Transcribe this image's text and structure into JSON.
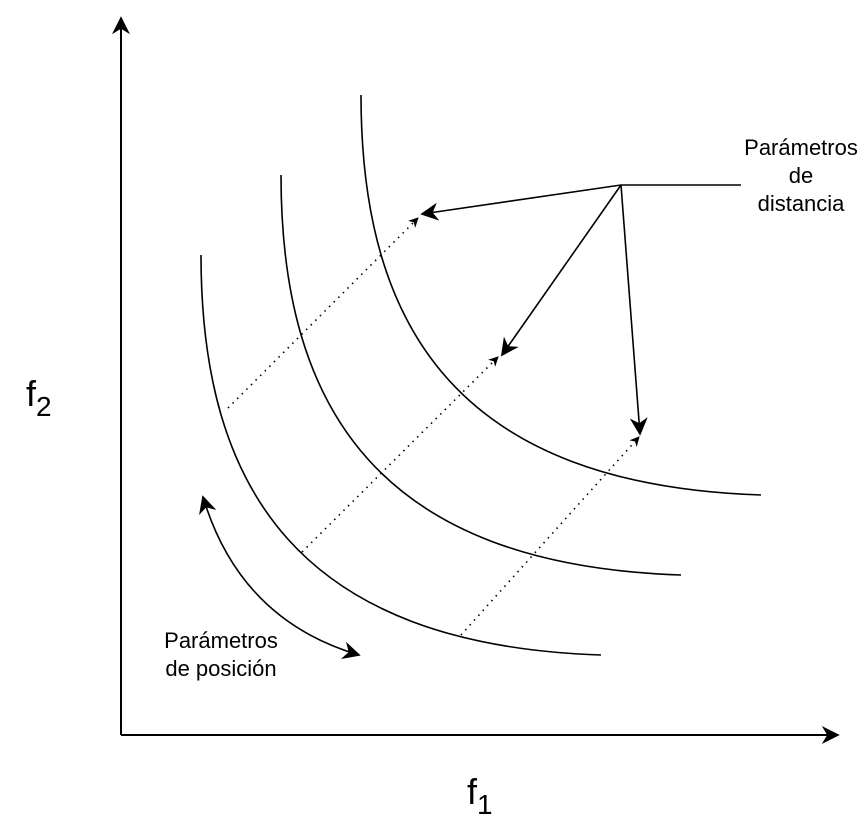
{
  "axes": {
    "x_symbol": "f",
    "x_subscript": "1",
    "y_symbol": "f",
    "y_subscript": "2"
  },
  "annotations": {
    "distance_line1": "Parámetros",
    "distance_line2": "de",
    "distance_line3": "distancia",
    "position_line1": "Parámetros",
    "position_line2": "de posición"
  },
  "colors": {
    "ink": "#000000",
    "background": "#ffffff"
  }
}
